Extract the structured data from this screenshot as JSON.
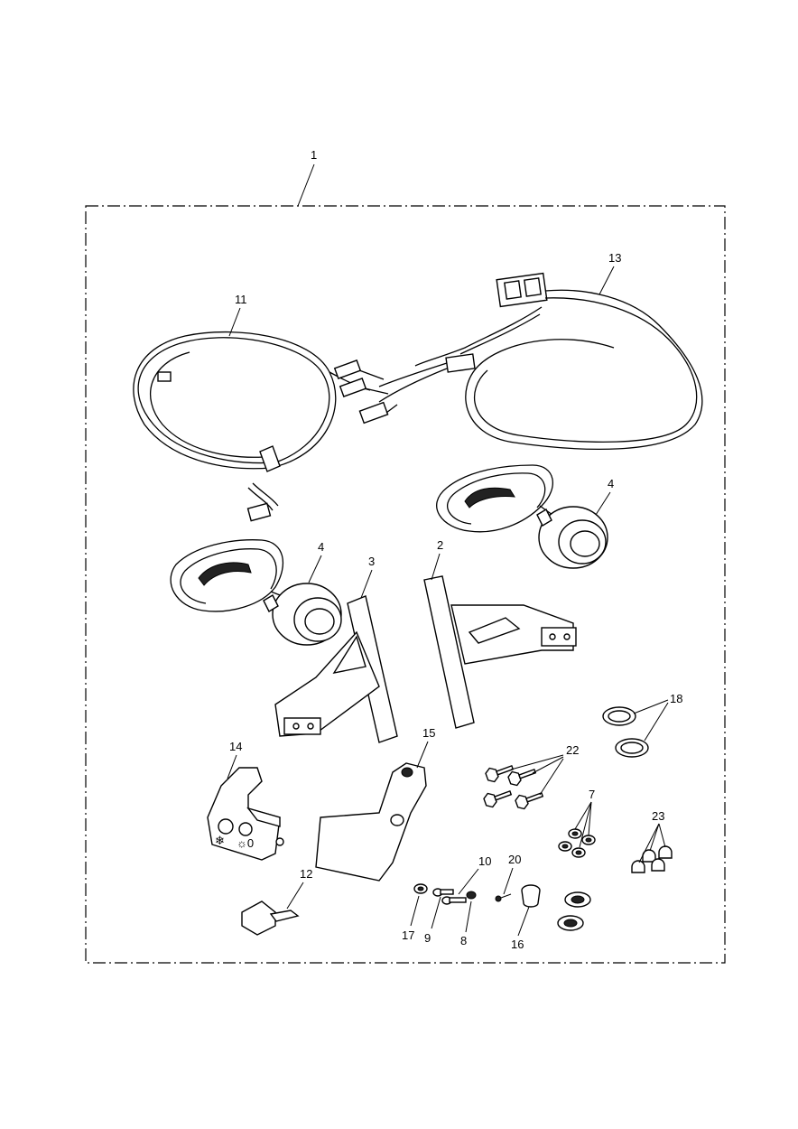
{
  "labels": {
    "kit": "1",
    "bracket_right": "2",
    "bracket_left": "3",
    "lamp_left": "4",
    "lamp_right": "4",
    "washer": "7",
    "nut": "8",
    "screw_short": "9",
    "screw_long": "10",
    "harness_main": "11",
    "toggle_switch": "12",
    "harness_adapter": "13",
    "switch_housing": "14",
    "switch_mount": "15",
    "cap": "16",
    "spacer": "17",
    "clips": "18",
    "rivet": "20",
    "bolts": "22",
    "nuts_cap": "23"
  },
  "switch_markings": {
    "left": "❄",
    "right": "☼0"
  }
}
